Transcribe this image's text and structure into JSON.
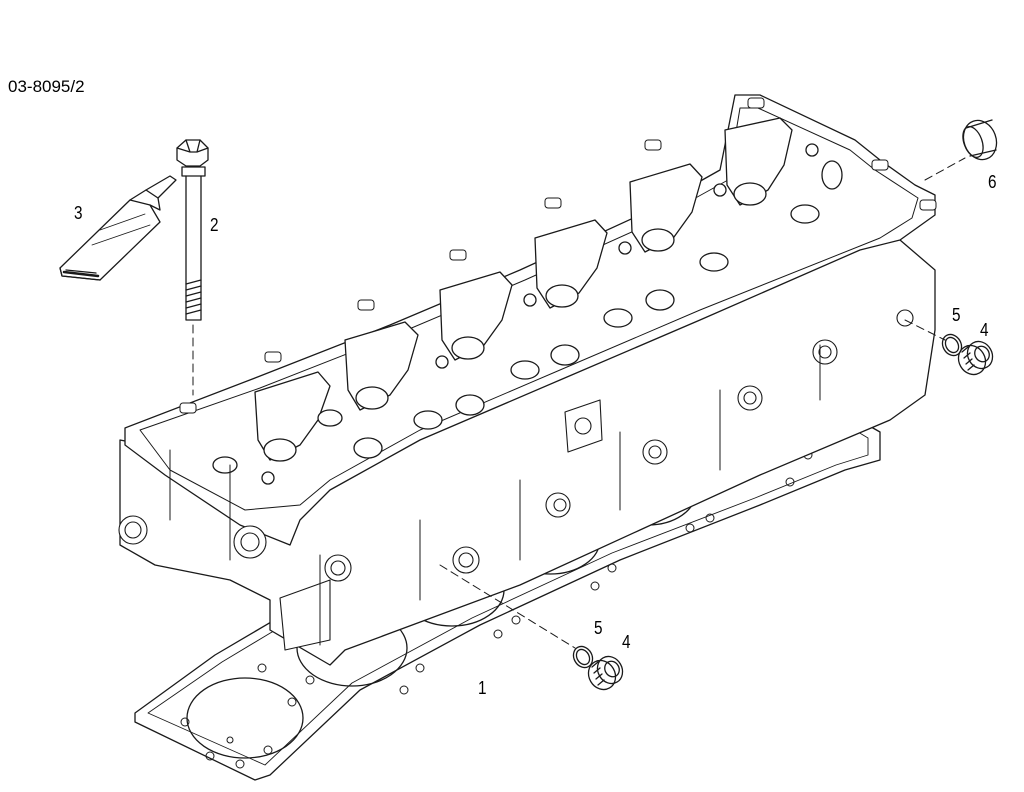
{
  "drawing_code": "03-8095/2",
  "callouts": {
    "gasket": "1",
    "bolt": "2",
    "sealant_tube": "3",
    "plug_front": "4",
    "ring_front": "5",
    "plug_rear": "4",
    "ring_rear": "5",
    "cap": "6"
  },
  "colors": {
    "line": "#1a1a1a",
    "background": "#ffffff"
  }
}
